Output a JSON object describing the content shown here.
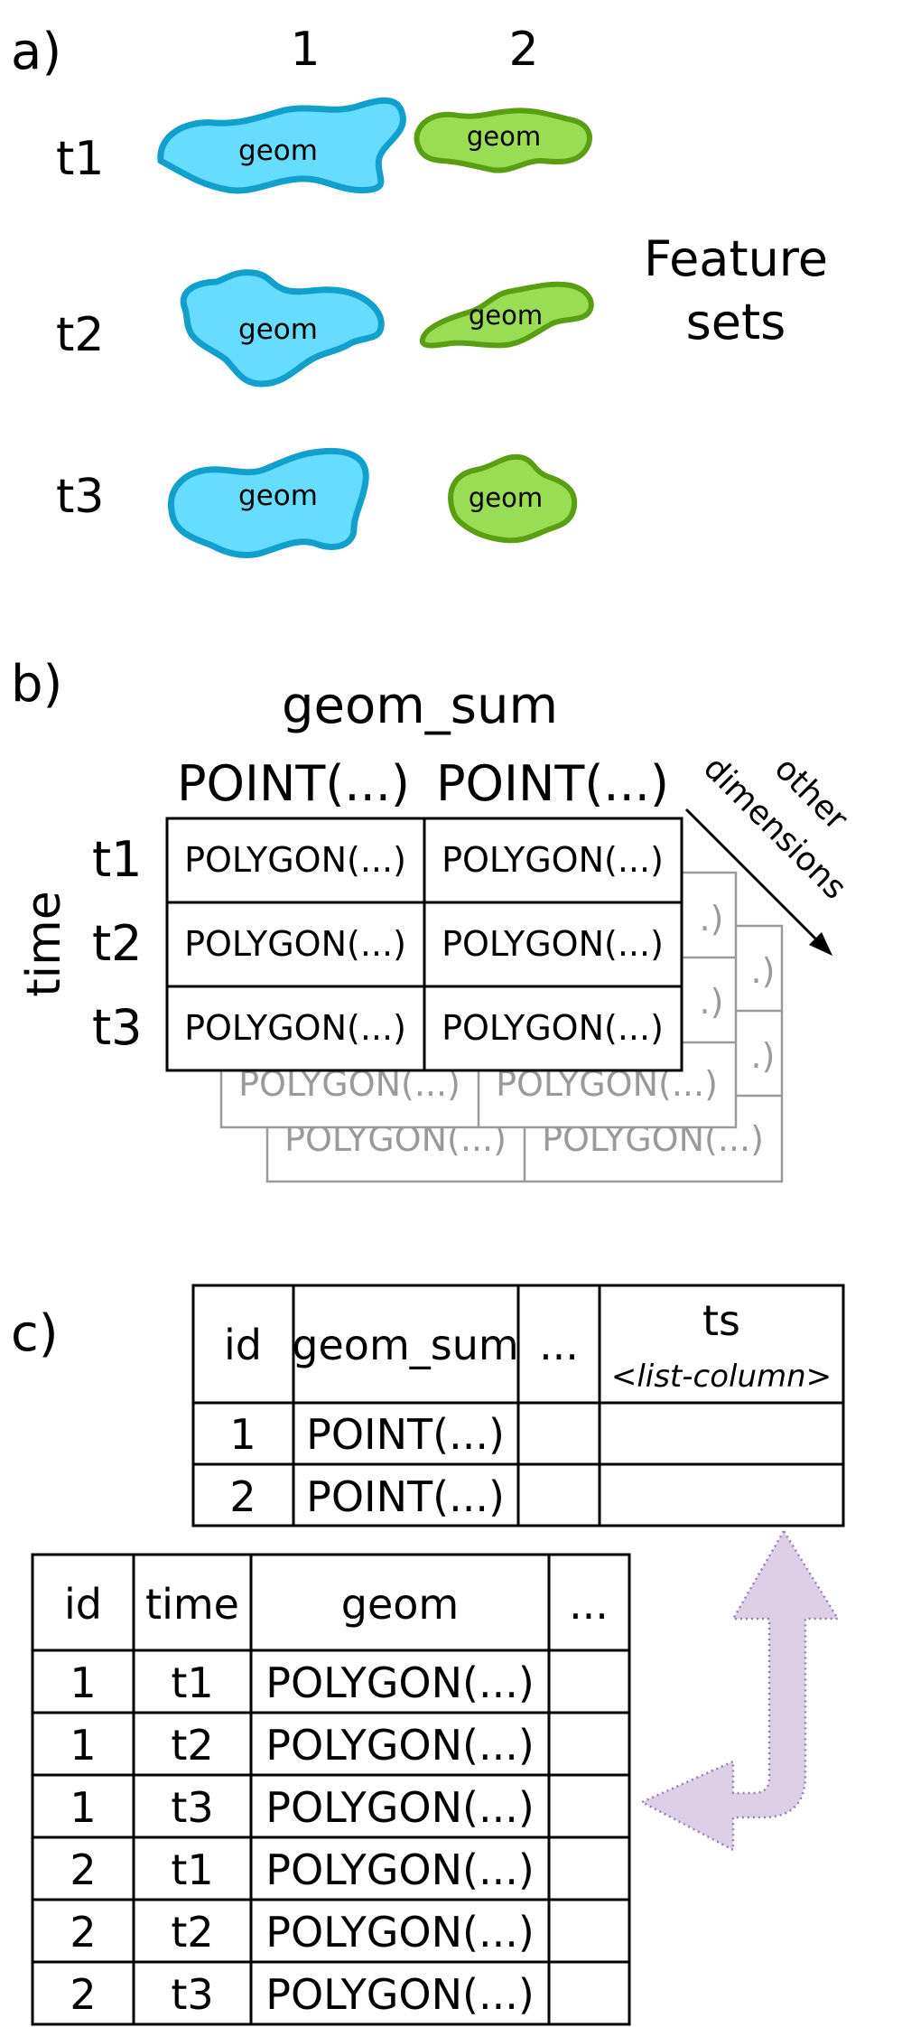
{
  "panel_a": {
    "label": "a)",
    "column_headers": [
      "1",
      "2"
    ],
    "row_labels": [
      "t1",
      "t2",
      "t3"
    ],
    "shape_label": "geom",
    "caption_line1": "Feature",
    "caption_line2": "sets",
    "colors": {
      "blue_fill": "#66ddff",
      "blue_stroke": "#119fcc",
      "green_fill": "#99dd55",
      "green_stroke": "#5a9e14"
    }
  },
  "panel_b": {
    "label": "b)",
    "title": "geom_sum",
    "column_headers": [
      "POINT(...)",
      "POINT(...)"
    ],
    "axis_label": "time",
    "row_labels": [
      "t1",
      "t2",
      "t3"
    ],
    "cell_value": "POLYGON(...)",
    "back_cell_fragment": ".)",
    "dimension_label_line1": "other",
    "dimension_label_line2": "dimensions"
  },
  "panel_c": {
    "label": "c)",
    "summary_table": {
      "headers": [
        "id",
        "geom_sum",
        "...",
        "ts"
      ],
      "ts_subheader": "<list-column>",
      "rows": [
        [
          "1",
          "POINT(...)",
          "",
          ""
        ],
        [
          "2",
          "POINT(...)",
          "",
          ""
        ]
      ]
    },
    "long_table": {
      "headers": [
        "id",
        "time",
        "geom",
        "..."
      ],
      "rows": [
        [
          "1",
          "t1",
          "POLYGON(...)",
          ""
        ],
        [
          "1",
          "t2",
          "POLYGON(...)",
          ""
        ],
        [
          "1",
          "t3",
          "POLYGON(...)",
          ""
        ],
        [
          "2",
          "t1",
          "POLYGON(...)",
          ""
        ],
        [
          "2",
          "t2",
          "POLYGON(...)",
          ""
        ],
        [
          "2",
          "t3",
          "POLYGON(...)",
          ""
        ]
      ]
    },
    "arrow_color": "#ddd0e6"
  }
}
